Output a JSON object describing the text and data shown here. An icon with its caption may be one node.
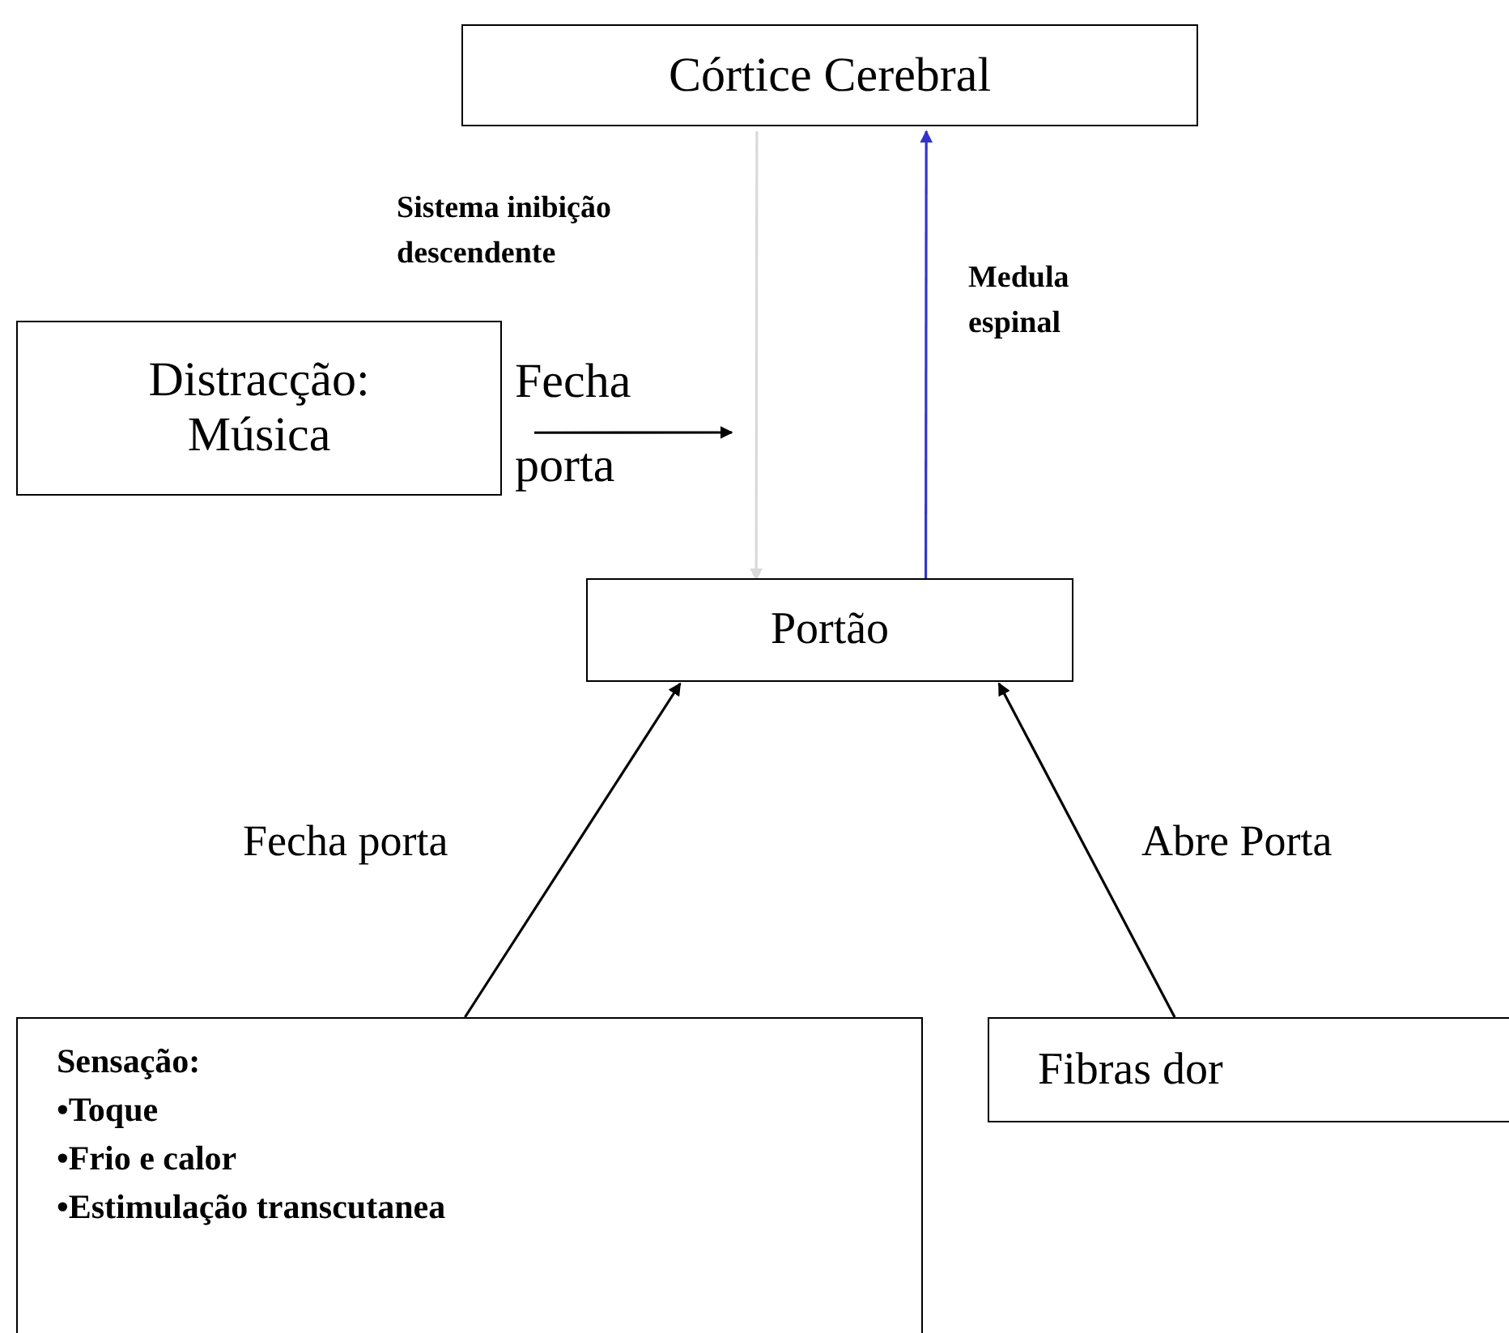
{
  "diagram": {
    "nodes": [
      {
        "text": [
          "Córtice Cerebral"
        ]
      },
      {
        "text": [
          "Distracção: Música"
        ]
      },
      {
        "text": [
          "Portão"
        ]
      },
      {
        "text": [
          "Sensação:",
          "•Toque",
          "•Frio e calor",
          "•Estimulação transcutanea"
        ]
      },
      {
        "text": [
          "Fibras dor"
        ]
      }
    ],
    "edges": [
      {
        "from": 0,
        "to": 2,
        "arrow": "to",
        "label": "Sistema inibição descendente",
        "color": "#d9d9d9"
      },
      {
        "from": 2,
        "to": 0,
        "arrow": "to",
        "label": "Medula espinal",
        "color": "#3333cc"
      },
      {
        "from": 1,
        "to": null,
        "arrow": "to",
        "label": "Fecha porta"
      },
      {
        "from": 3,
        "to": 2,
        "arrow": "to",
        "label": "Fecha porta"
      },
      {
        "from": 4,
        "to": 2,
        "arrow": "to",
        "label": "Abre Porta"
      }
    ]
  }
}
